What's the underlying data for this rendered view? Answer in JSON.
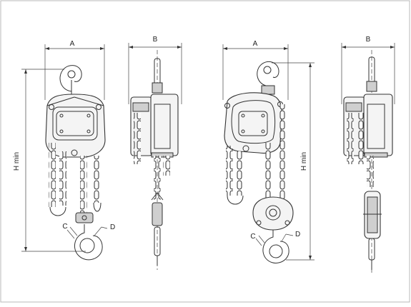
{
  "labels": {
    "fig1": {
      "a": "A",
      "b": "B",
      "h": "H min",
      "c": "C",
      "d": "D"
    },
    "fig2": {
      "a": "A",
      "b": "B",
      "h": "H min",
      "c": "C",
      "d": "D"
    }
  }
}
